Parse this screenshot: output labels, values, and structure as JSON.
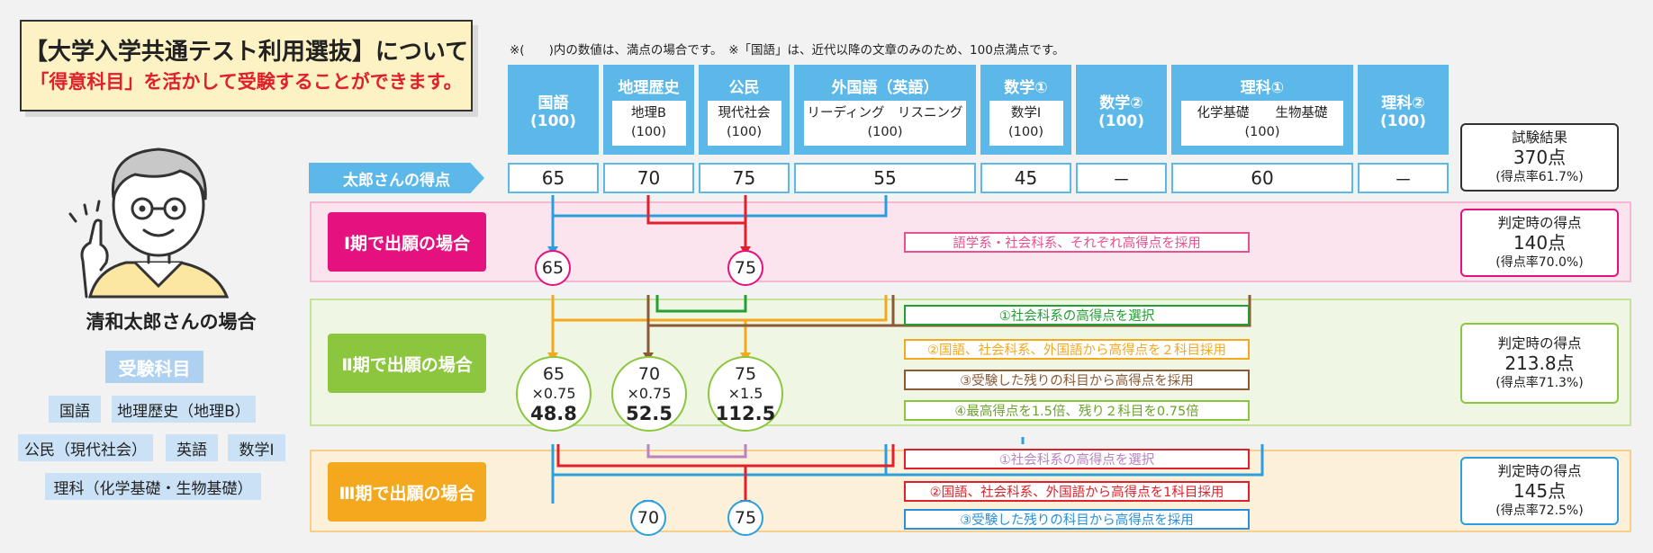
{
  "bubble": {
    "line1": "【大学入学共通テスト利用選抜】について",
    "line2": "「得意科目」を活かして受験することができます。"
  },
  "profile": {
    "name": "清和太郎さんの場合",
    "subjects_heading": "受験科目",
    "subjects": [
      "国語",
      "地理歴史（地理B）",
      "公民（現代社会）",
      "英語",
      "数学Ⅰ",
      "理科（化学基礎・生物基礎）"
    ]
  },
  "note": "※(　　)内の数値は、満点の場合です。　※「国語」は、近代以降の文章のみのため、100点満点です。",
  "header": [
    {
      "name": "国語",
      "points": "(100)"
    },
    {
      "name": "地理歴史",
      "sub": [
        "地理B",
        "(100)"
      ]
    },
    {
      "name": "公民",
      "sub": [
        "現代社会",
        "(100)"
      ]
    },
    {
      "name": "外国語（英語）",
      "sub": [
        "リーディング　リスニング",
        "(100)"
      ]
    },
    {
      "name": "数学①",
      "sub": [
        "数学Ⅰ",
        "(100)"
      ]
    },
    {
      "name": "数学②",
      "points": "(100)"
    },
    {
      "name": "理科①",
      "sub": [
        "化学基礎　　生物基礎",
        "(100)"
      ]
    },
    {
      "name": "理科②",
      "points": "(100)"
    }
  ],
  "score_row_label": "太郎さんの得点",
  "scores": [
    "65",
    "70",
    "75",
    "55",
    "45",
    "－",
    "60",
    "－"
  ],
  "exam_result": {
    "title": "試験結果",
    "score": "370点",
    "rate": "(得点率61.7%)"
  },
  "periods": [
    {
      "label": "Ⅰ期で出願の場合",
      "rules": [
        "語学系・社会科系、それぞれ高得点を採用"
      ],
      "circles": [
        {
          "top": "65"
        },
        {
          "top": "75"
        }
      ],
      "result": {
        "title": "判定時の得点",
        "score": "140点",
        "rate": "(得点率70.0%)"
      }
    },
    {
      "label": "Ⅱ期で出願の場合",
      "rules": [
        "①社会科系の高得点を選択",
        "②国語、社会科系、外国語から高得点を２科目採用",
        "③受験した残りの科目から高得点を採用",
        "④最高得点を1.5倍、残り２科目を0.75倍"
      ],
      "circles": [
        {
          "top": "65",
          "mid": "×0.75",
          "bottom": "48.8"
        },
        {
          "top": "70",
          "mid": "×0.75",
          "bottom": "52.5"
        },
        {
          "top": "75",
          "mid": "×1.5",
          "bottom": "112.5"
        }
      ],
      "result": {
        "title": "判定時の得点",
        "score": "213.8点",
        "rate": "(得点率71.3%)"
      }
    },
    {
      "label": "Ⅲ期で出願の場合",
      "rules": [
        "①社会科系の高得点を選択",
        "②国語、社会科系、外国語から高得点を1科目採用",
        "③受験した残りの科目から高得点を採用"
      ],
      "circles": [
        {
          "top": "70"
        },
        {
          "top": "75"
        }
      ],
      "result": {
        "title": "判定時の得点",
        "score": "145点",
        "rate": "(得点率72.5%)"
      }
    }
  ],
  "colors": {
    "header_blue": "#5db8ea",
    "period1": "#e4117f",
    "period2": "#8cc63f",
    "period3": "#f4a81d",
    "red": "#e0202a",
    "orange": "#f4a81d",
    "brown": "#8a5a35",
    "green": "#22a033",
    "purple": "#b783c0",
    "blue": "#2a8fd8"
  }
}
